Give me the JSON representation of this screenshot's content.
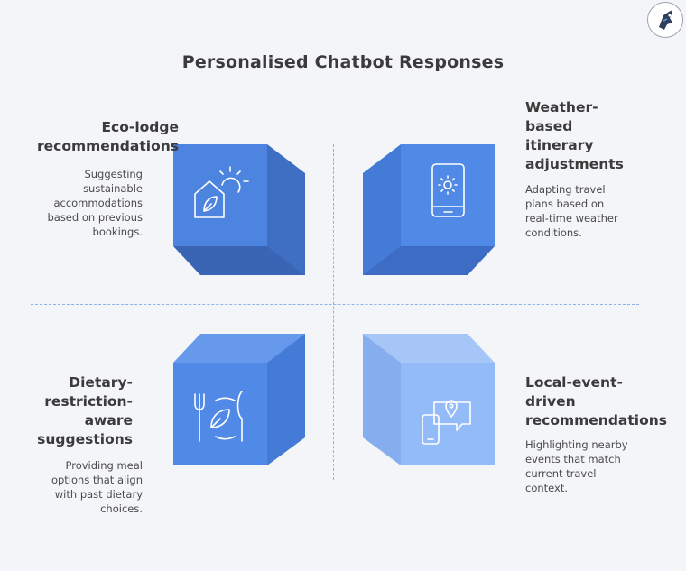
{
  "title": "Personalised Chatbot Responses",
  "logo": {
    "icon": "logo-icon"
  },
  "colors": {
    "dark_blue": "#4a7fd8",
    "mid_blue": "#5088e4",
    "light_blue": "#8fb8f8",
    "divider": "#8bb3e6"
  },
  "quadrants": [
    {
      "id": "top-left",
      "heading": "Eco-lodge\nrecommendations",
      "description": "Suggesting\nsustainable\naccommodations\nbased on previous\nbookings.",
      "icon": "eco-lodge-icon"
    },
    {
      "id": "top-right",
      "heading": "Weather-\nbased\nitinerary\nadjustments",
      "description": "Adapting travel\nplans based on\nreal-time weather\nconditions.",
      "icon": "weather-phone-icon"
    },
    {
      "id": "bottom-left",
      "heading": "Dietary-\nrestriction-\naware\nsuggestions",
      "description": "Providing meal\noptions that align\nwith past dietary\nchoices.",
      "icon": "meal-icon"
    },
    {
      "id": "bottom-right",
      "heading": "Local-event-\ndriven\nrecommendations",
      "description": "Highlighting nearby\nevents that match\ncurrent travel\ncontext.",
      "icon": "location-chat-icon"
    }
  ]
}
